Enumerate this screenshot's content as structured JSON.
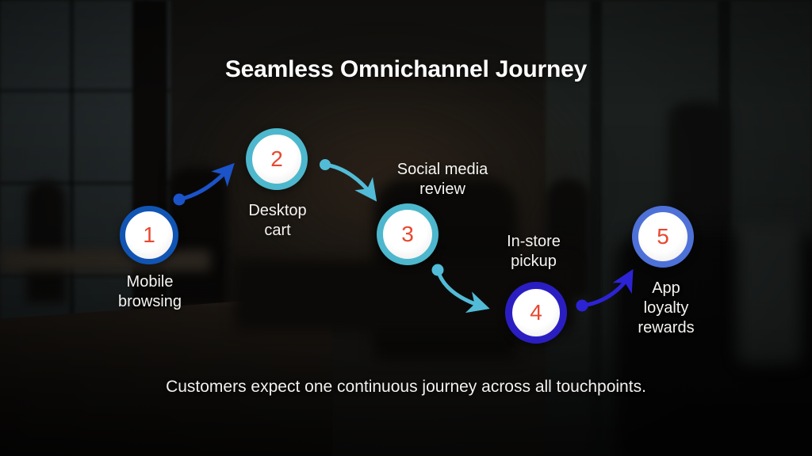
{
  "title": "Seamless Omnichannel Journey",
  "caption": "Customers expect one continuous journey across all touchpoints.",
  "steps": [
    {
      "number": "1",
      "label": "Mobile\nbrowsing",
      "ring_color": "#1155b4"
    },
    {
      "number": "2",
      "label": "Desktop\ncart",
      "ring_color": "#4db7cd"
    },
    {
      "number": "3",
      "label": "Social media\nreview",
      "ring_color": "#4db7cd"
    },
    {
      "number": "4",
      "label": "In-store\npickup",
      "ring_color": "#2a1ec2"
    },
    {
      "number": "5",
      "label": "App\nloyalty\nrewards",
      "ring_color": "#4e71d8"
    }
  ],
  "connectors": [
    {
      "from": "1",
      "to": "2",
      "color": "#1b53c8"
    },
    {
      "from": "2",
      "to": "3",
      "color": "#52bcd8"
    },
    {
      "from": "3",
      "to": "4",
      "color": "#52bcd8"
    },
    {
      "from": "4",
      "to": "5",
      "color": "#2c23d4"
    }
  ],
  "number_color": "#e8482f"
}
